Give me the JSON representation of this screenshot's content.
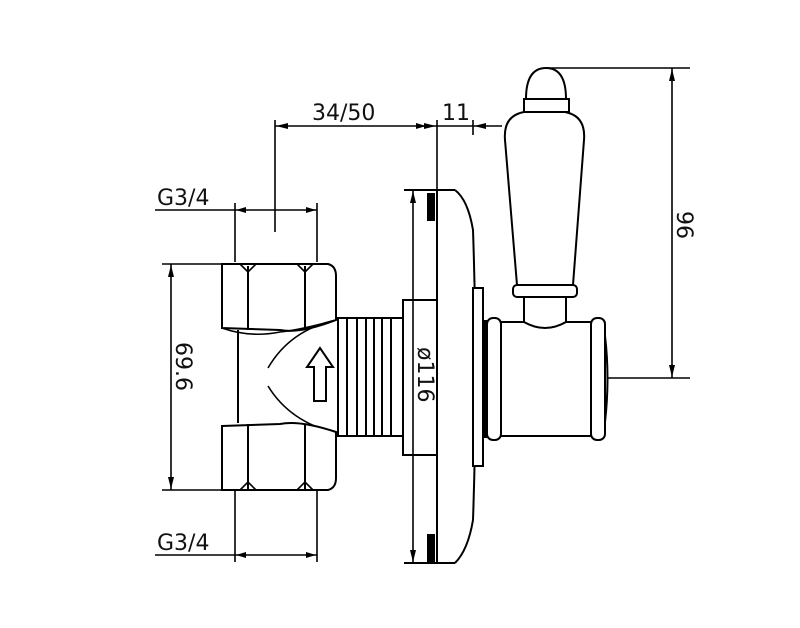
{
  "drawing": {
    "type": "technical-drawing",
    "subject": "concealed valve with lever handle (side elevation)",
    "line_color": "#000000",
    "background": "#ffffff"
  },
  "dimensions": {
    "depth": "34/50",
    "plate_thickness": "11",
    "inlet_thread_top": "G3/4",
    "outlet_thread_bottom": "G3/4",
    "body_height": "69.6",
    "escutcheon_diameter": "ø116",
    "handle_height": "96"
  },
  "symbols": {
    "flow_arrow": "arrow-up"
  }
}
